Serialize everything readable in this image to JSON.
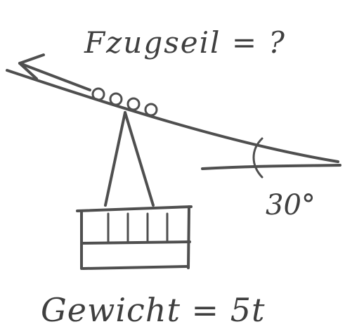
{
  "labels": {
    "rope_force": "Fzugseil = ?",
    "angle": "30°",
    "weight": "Gewicht = 5t"
  },
  "icons": {
    "force_arrow": "arrow-left-icon",
    "pulley_wheels": "pulley-icon",
    "angle_arc": "angle-arc-icon",
    "gondola": "gondola-icon"
  },
  "colors": {
    "ink": "#4f4f4f",
    "paper": "#ffffff"
  }
}
